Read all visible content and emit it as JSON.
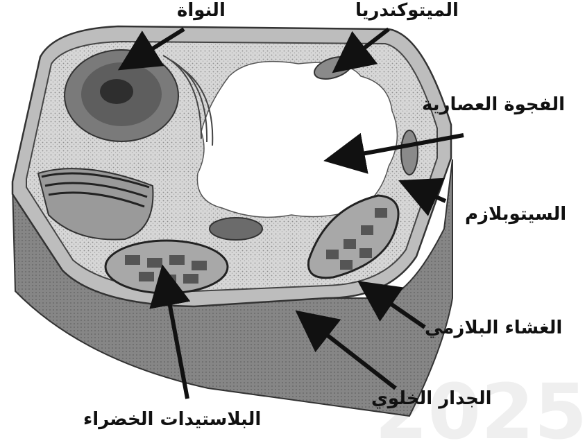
{
  "labels": {
    "nucleus": "النواة",
    "mitochondria": "الميتوكندريا",
    "vacuole": "الفجوة العصارية",
    "cytoplasm": "السيتوبلازم",
    "plasma_membrane": "الغشاء البلازمي",
    "cell_wall": "الجدار الخلوي",
    "chloroplasts": "البلاستيدات الخضراء"
  },
  "watermark": "2025",
  "colors": {
    "ink": "#111111",
    "wall": "#8a8a8a",
    "wall_dark": "#6f6f6f",
    "cytoplasm": "#dcdcdc",
    "vacuole": "#ffffff",
    "organelle": "#777777",
    "watermark": "#eeeeee"
  }
}
